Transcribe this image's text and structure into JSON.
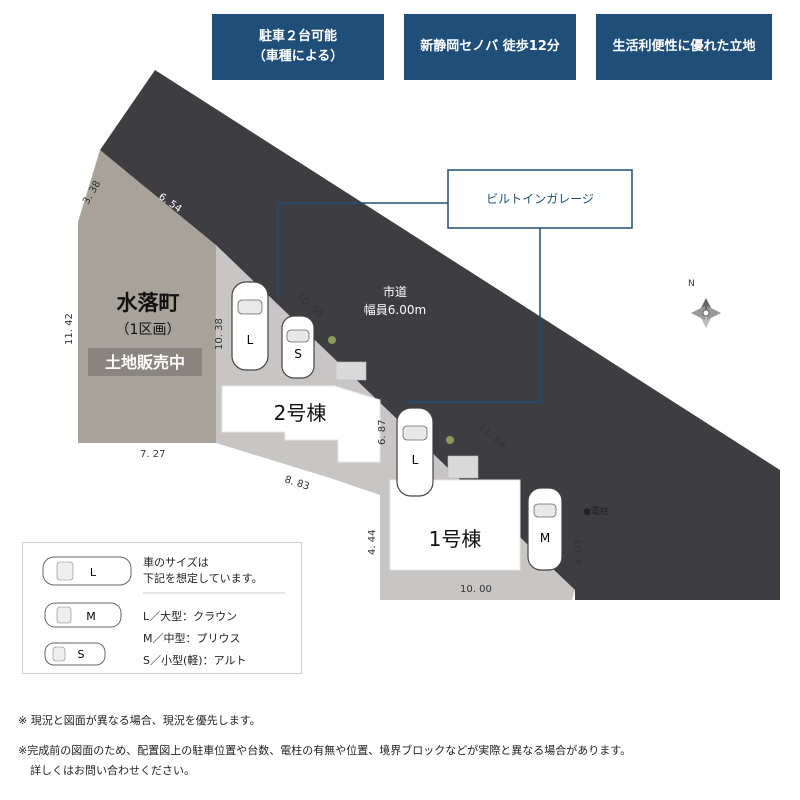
{
  "badges": [
    {
      "label": "駐車２台可能\n（車種による）"
    },
    {
      "label": "新静岡セノバ 徒歩12分"
    },
    {
      "label": "生活利便性に優れた立地"
    }
  ],
  "callout": {
    "label": "ビルトインガレージ"
  },
  "road": {
    "name": "市道",
    "width": "幅員6.00m"
  },
  "lot_left": {
    "title": "水落町",
    "subtitle": "（1区画）",
    "status": "土地販売中"
  },
  "buildings": {
    "b2": "2号棟",
    "b1": "1号棟"
  },
  "cars": {
    "large": "L",
    "small": "S",
    "medium": "M"
  },
  "dimensions": {
    "d1": "3. 38",
    "d2": "6. 54",
    "d3": "11. 42",
    "d4": "7. 27",
    "d5": "10. 38",
    "d6": "10. 65",
    "d7": "8. 83",
    "d8": "6. 87",
    "d9": "11. 84",
    "d10": "4. 44",
    "d11": "4. 03",
    "d12": "10. 00"
  },
  "pole": "●電柱",
  "compass": "N",
  "legend": {
    "heading": "車のサイズは\n下記を想定しています。",
    "items": [
      "L／大型：クラウン",
      "M／中型：プリウス",
      "S／小型(軽)：アルト"
    ]
  },
  "notes": [
    "※ 現況と図面が異なる場合、現況を優先します。",
    "※完成前の図面のため、配置図上の駐車位置や台数、電柱の有無や位置、境界ブロックなどが実際と異なる場合があります。",
    "詳しくはお問い合わせください。"
  ],
  "colors": {
    "badge": "#1f4e79",
    "road": "#3d3d42",
    "lot_left": "#a8a39a",
    "site": "#c8c6c4",
    "building": "#ffffff"
  }
}
